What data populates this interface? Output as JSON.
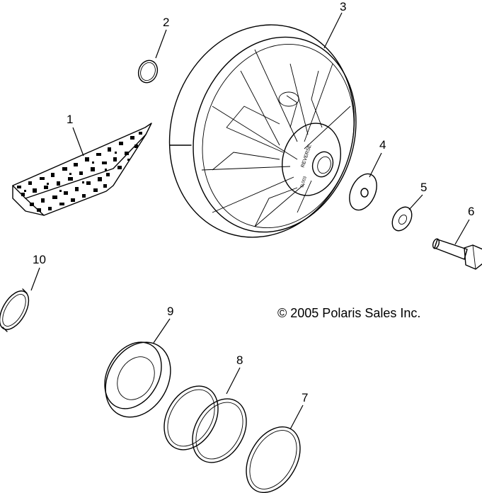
{
  "callouts": {
    "c1": "1",
    "c2": "2",
    "c3": "3",
    "c4": "4",
    "c5": "5",
    "c6": "6",
    "c7": "7",
    "c8": "8",
    "c9": "9",
    "c10": "10"
  },
  "copyright": "© 2005 Polaris Sales Inc.",
  "hub_text": {
    "brand": "REVERSE",
    "part": "D.003"
  },
  "colors": {
    "ink": "#000000",
    "background": "#ffffff"
  }
}
